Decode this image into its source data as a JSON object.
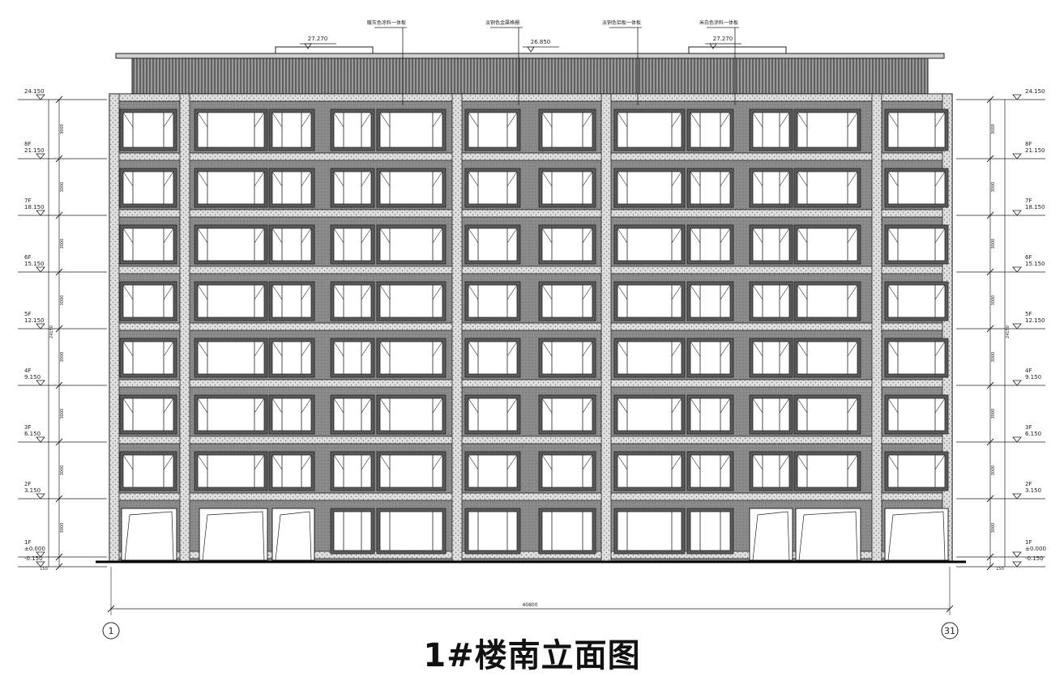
{
  "title": "1#楼南立面图",
  "annotations": [
    "暖灰色涂料一体板",
    "淡铜色金属格栅",
    "淡铜色铝板一体板",
    "米白色涂料一体板"
  ],
  "roof_levels": [
    "27.270",
    "26.850",
    "27.270"
  ],
  "floor_levels": [
    {
      "floor": "",
      "elev": "24.150"
    },
    {
      "floor": "8F",
      "elev": "21.150"
    },
    {
      "floor": "7F",
      "elev": "18.150"
    },
    {
      "floor": "6F",
      "elev": "15.150"
    },
    {
      "floor": "5F",
      "elev": "12.150"
    },
    {
      "floor": "4F",
      "elev": "9.150"
    },
    {
      "floor": "3F",
      "elev": "6.150"
    },
    {
      "floor": "2F",
      "elev": "3.150"
    },
    {
      "floor": "1F",
      "elev": "±0.000"
    },
    {
      "floor": "",
      "elev": "-0.150"
    }
  ],
  "story_dims": [
    "3000",
    "3000",
    "3000",
    "3000",
    "3000",
    "3000",
    "3000",
    "3000"
  ],
  "overall_height_dim": "24150",
  "ground_dim": "150",
  "overall_width_dim": "40800",
  "axis_labels": [
    "1",
    "31"
  ],
  "colors": {
    "line": "#222222",
    "band": "#d9d9d9",
    "wall": "#8a8a8a",
    "glass": "#ffffff",
    "roof": "#6e6e6e"
  }
}
